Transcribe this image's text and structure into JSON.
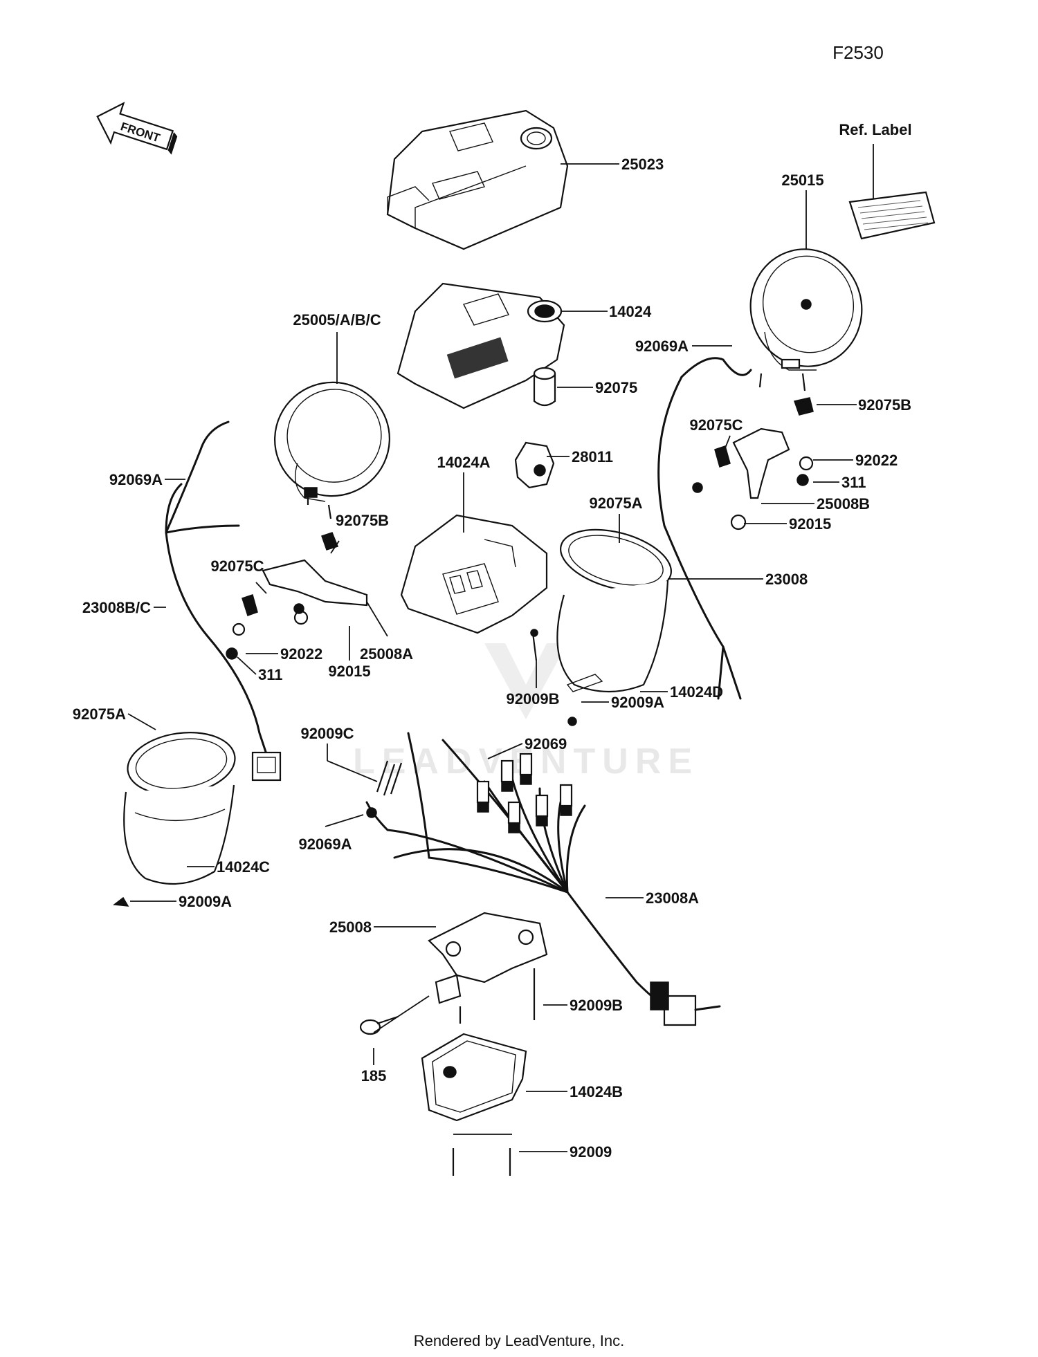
{
  "diagram_code": "F2530",
  "ref_label": "Ref. Label",
  "front_arrow_label": "FRONT",
  "watermark_text": "LEADVENTURE",
  "footer": "Rendered by LeadVenture, Inc.",
  "parts": [
    {
      "id": "25023",
      "label": "25023"
    },
    {
      "id": "25015",
      "label": "25015"
    },
    {
      "id": "14024",
      "label": "14024"
    },
    {
      "id": "25005ABC",
      "label": "25005/A/B/C"
    },
    {
      "id": "92069A_r",
      "label": "92069A"
    },
    {
      "id": "92075",
      "label": "92075"
    },
    {
      "id": "92075B_r",
      "label": "92075B"
    },
    {
      "id": "92075C_r",
      "label": "92075C"
    },
    {
      "id": "28011",
      "label": "28011"
    },
    {
      "id": "14024A",
      "label": "14024A"
    },
    {
      "id": "92022_r",
      "label": "92022"
    },
    {
      "id": "92069A_l",
      "label": "92069A"
    },
    {
      "id": "311_r",
      "label": "311"
    },
    {
      "id": "92075A_c",
      "label": "92075A"
    },
    {
      "id": "25008B",
      "label": "25008B"
    },
    {
      "id": "92075B_l",
      "label": "92075B"
    },
    {
      "id": "92015_r",
      "label": "92015"
    },
    {
      "id": "92075C_l",
      "label": "92075C"
    },
    {
      "id": "23008",
      "label": "23008"
    },
    {
      "id": "23008BC",
      "label": "23008B/C"
    },
    {
      "id": "92022_l",
      "label": "92022"
    },
    {
      "id": "25008A",
      "label": "25008A"
    },
    {
      "id": "311_l",
      "label": "311"
    },
    {
      "id": "92015_l",
      "label": "92015"
    },
    {
      "id": "92009B_u",
      "label": "92009B"
    },
    {
      "id": "14024D",
      "label": "14024D"
    },
    {
      "id": "92009A_r",
      "label": "92009A"
    },
    {
      "id": "92075A_l",
      "label": "92075A"
    },
    {
      "id": "92009C",
      "label": "92009C"
    },
    {
      "id": "92069",
      "label": "92069"
    },
    {
      "id": "92069A_b",
      "label": "92069A"
    },
    {
      "id": "14024C",
      "label": "14024C"
    },
    {
      "id": "92009A_l",
      "label": "92009A"
    },
    {
      "id": "23008A",
      "label": "23008A"
    },
    {
      "id": "25008",
      "label": "25008"
    },
    {
      "id": "92009B_b",
      "label": "92009B"
    },
    {
      "id": "185",
      "label": "185"
    },
    {
      "id": "14024B",
      "label": "14024B"
    },
    {
      "id": "92009",
      "label": "92009"
    }
  ]
}
